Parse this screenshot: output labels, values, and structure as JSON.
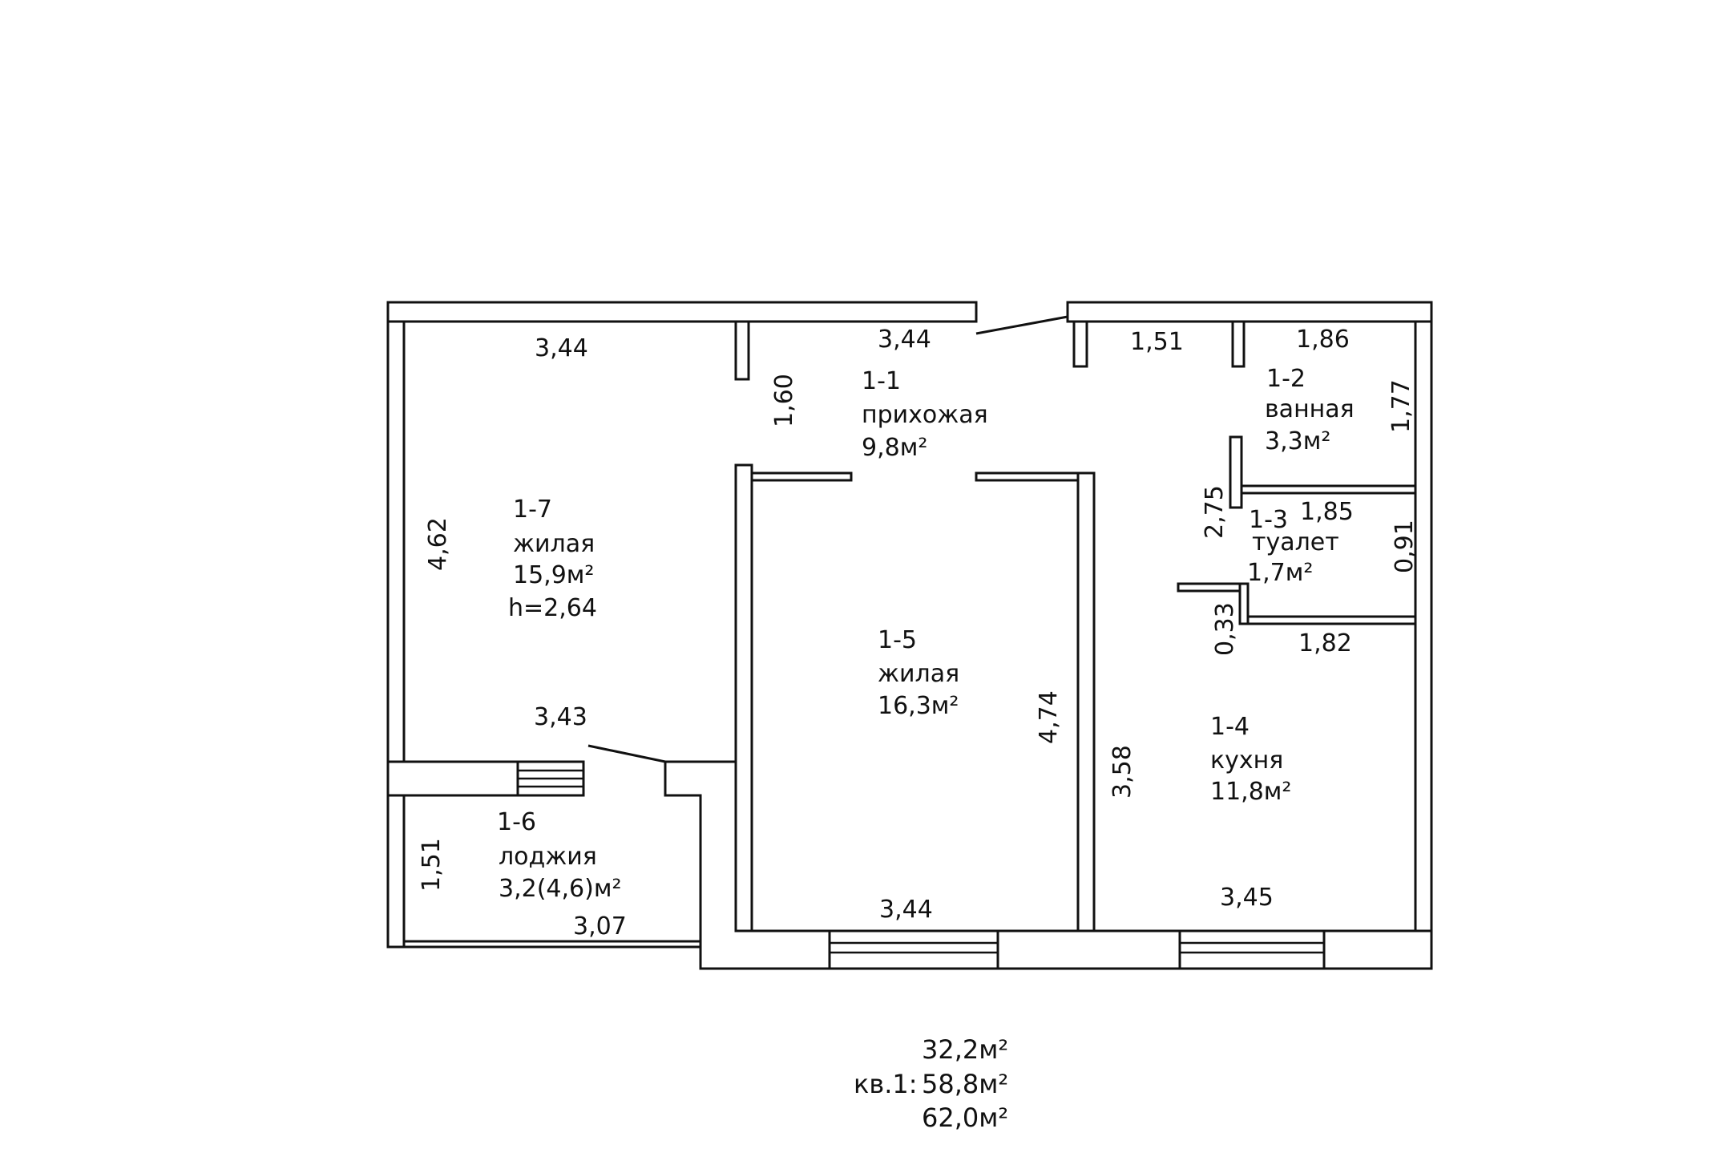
{
  "rooms": [
    {
      "id": "1-1",
      "name": "прихожая",
      "area": "9,8м²"
    },
    {
      "id": "1-2",
      "name": "ванная",
      "area": "3,3м²"
    },
    {
      "id": "1-3",
      "name": "туалет",
      "area": "1,7м²"
    },
    {
      "id": "1-4",
      "name": "кухня",
      "area": "11,8м²"
    },
    {
      "id": "1-5",
      "name": "жилая",
      "area": "16,3м²"
    },
    {
      "id": "1-6",
      "name": "лоджия",
      "area": "3,2(4,6)м²"
    },
    {
      "id": "1-7",
      "name": "жилая",
      "area": "15,9м²",
      "height": "h=2,64"
    }
  ],
  "dimensions": {
    "r7_top": "3,44",
    "hall_top": "3,44",
    "hall_side": "1,60",
    "bath_left": "1,51",
    "bath_right": "1,86",
    "bath_height": "1,77",
    "r7_side": "4,62",
    "wc_top": "1,85",
    "wc_side": "0,91",
    "wc_left": "2,75",
    "wc_small": "0,33",
    "kitchen_top": "1,82",
    "r5_side": "4,74",
    "kitchen_side": "3,58",
    "r7_bottom": "3,43",
    "loggia_side": "1,51",
    "loggia_bottom": "3,07",
    "r5_bottom": "3,44",
    "kitchen_bottom": "3,45"
  },
  "totals": {
    "prefix": "кв.1:",
    "line1": "32,2м²",
    "line2": "58,8м²",
    "line3": "62,0м²"
  }
}
